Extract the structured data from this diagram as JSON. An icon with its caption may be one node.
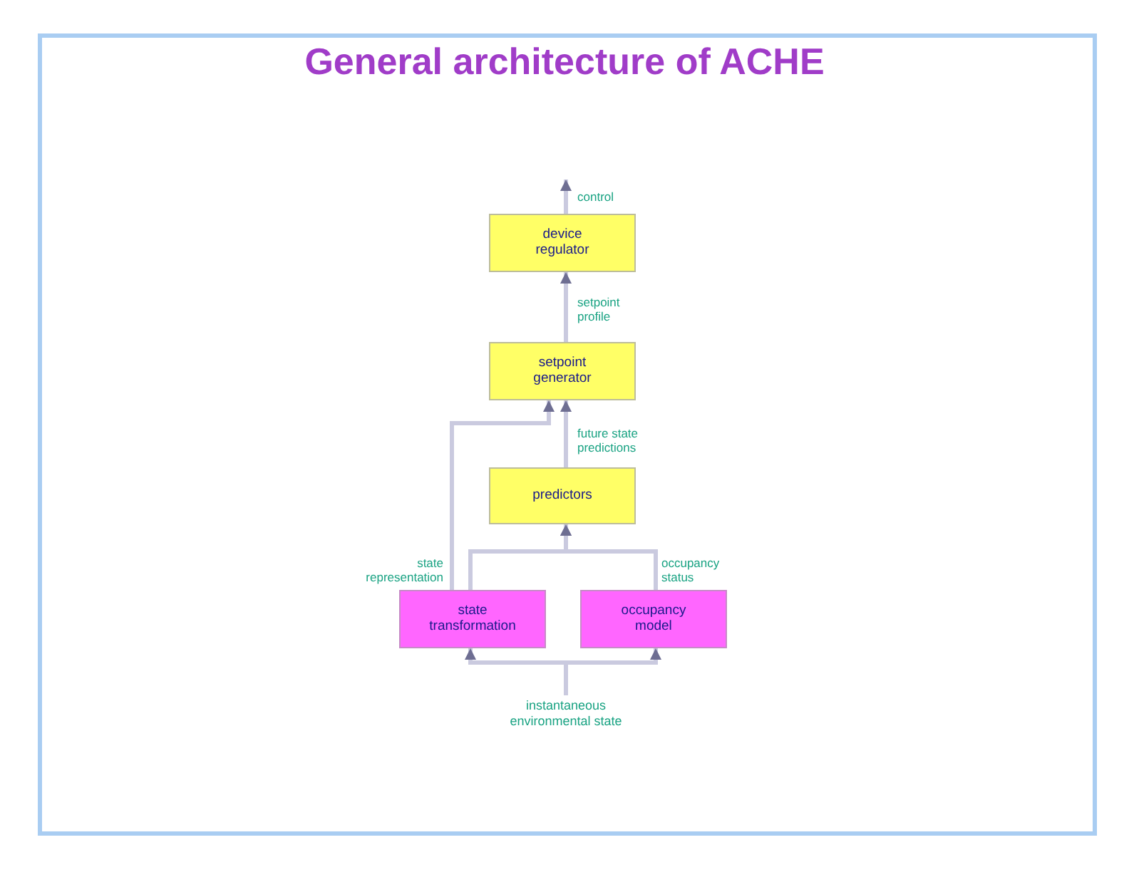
{
  "diagram": {
    "title": "General architecture of ACHE",
    "nodes": [
      {
        "text": [
          "device regulator"
        ]
      },
      {
        "text": [
          "setpoint generator"
        ]
      },
      {
        "text": [
          "predictors"
        ]
      },
      {
        "text": [
          "state transformation"
        ]
      },
      {
        "text": [
          "occupancy model"
        ]
      },
      {
        "text": [
          "instantaneous environmental state"
        ]
      }
    ],
    "edges": [
      {
        "from": 0,
        "to": null,
        "arrow": "to",
        "label": "control"
      },
      {
        "from": 1,
        "to": 0,
        "arrow": "to",
        "label": "setpoint profile"
      },
      {
        "from": 2,
        "to": 1,
        "arrow": "to",
        "label": "future state predictions"
      },
      {
        "from": 3,
        "to": 2,
        "arrow": "to"
      },
      {
        "from": 4,
        "to": 2,
        "arrow": "to",
        "label": "occupancy status"
      },
      {
        "from": 3,
        "to": 1,
        "arrow": "to",
        "label": "state representation"
      },
      {
        "from": 5,
        "to": 3,
        "arrow": "to"
      },
      {
        "from": 5,
        "to": 4,
        "arrow": "to"
      }
    ]
  }
}
